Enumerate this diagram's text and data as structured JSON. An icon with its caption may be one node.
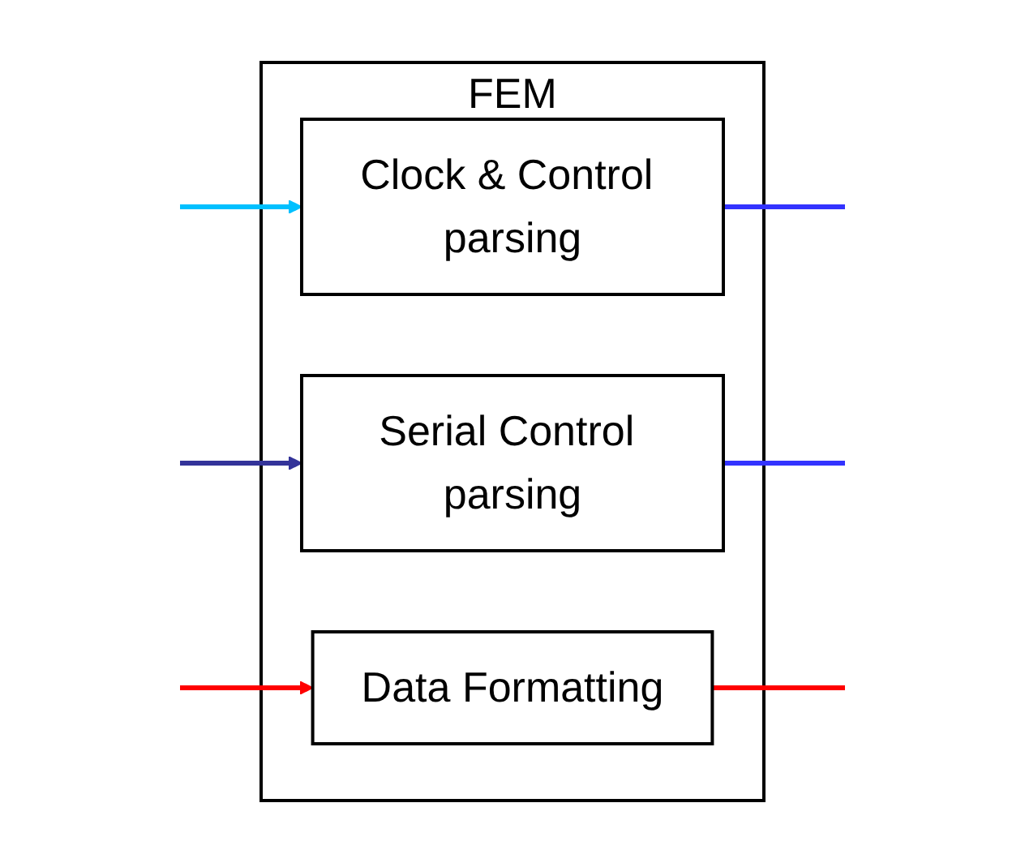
{
  "diagram": {
    "nodes": [
      {
        "text": [
          "FEM"
        ]
      },
      {
        "text": [
          "Clock & Control parsing"
        ],
        "in": 0
      },
      {
        "text": [
          "Serial Control parsing"
        ],
        "in": 0
      },
      {
        "text": [
          "Data Formatting"
        ],
        "in": 0
      }
    ],
    "edges": [
      {
        "from": null,
        "to": 1,
        "arrow": "to",
        "color": "#00c0ff"
      },
      {
        "from": null,
        "to": 2,
        "arrow": "to",
        "color": "#333399"
      },
      {
        "from": 1,
        "to": null,
        "arrow": "none",
        "color": "#3333ff"
      },
      {
        "from": 2,
        "to": null,
        "arrow": "none",
        "color": "#3333ff"
      },
      {
        "from": 3,
        "to": null,
        "arrow": "none",
        "color": "#ff0000"
      },
      {
        "from": null,
        "to": 3,
        "arrow": "to",
        "color": "#ff0000"
      }
    ]
  }
}
